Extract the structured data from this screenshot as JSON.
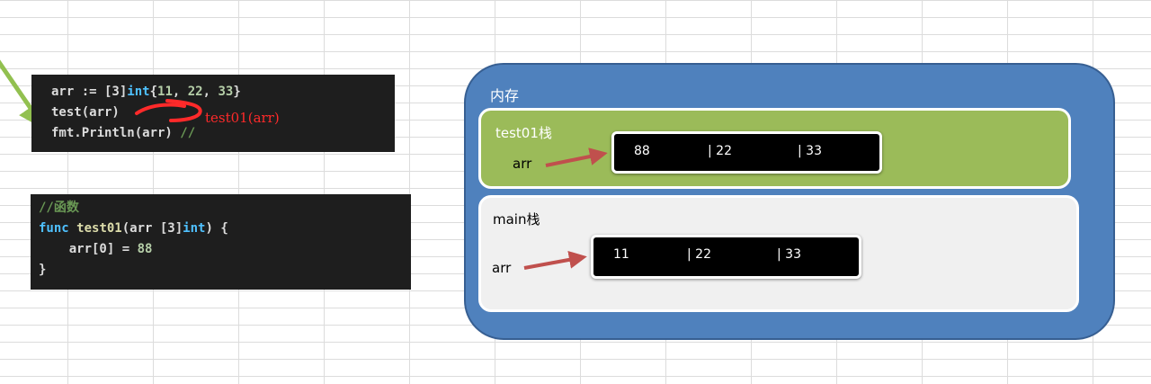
{
  "call_code": {
    "line1": {
      "a": "arr := [3]",
      "kw": "int",
      "b": "{",
      "n1": "11",
      "sep1": ", ",
      "n2": "22",
      "sep2": ", ",
      "n3": "33",
      "c": "}"
    },
    "line2": "test(arr)",
    "line3": {
      "a": "fmt.Println(arr) ",
      "comment": "//"
    }
  },
  "annotation": {
    "label": "test01(arr)",
    "color": "#ff2a2a"
  },
  "func_code": {
    "comment": "//函数",
    "sig": {
      "kw_func": "func",
      "name": "test01",
      "a": "(arr [3]",
      "kw_int": "int",
      "b": ") {"
    },
    "body": {
      "a": "    arr[0] = ",
      "num": "88"
    },
    "close": "}"
  },
  "memory": {
    "title": "内存",
    "frames": [
      {
        "title": "test01栈",
        "var_label": "arr",
        "values": [
          "88",
          "| 22",
          "| 33"
        ]
      },
      {
        "title": "main栈",
        "var_label": "arr",
        "values": [
          "11",
          "| 22",
          "| 33"
        ]
      }
    ]
  },
  "colors": {
    "memory_bg": "#4f81bd",
    "test01_frame": "#9bbb59",
    "main_frame": "#f0f0f0",
    "pointer_arrow": "#c0504d",
    "green_arrow": "#92c050",
    "code_bg": "#1e1e1e"
  }
}
